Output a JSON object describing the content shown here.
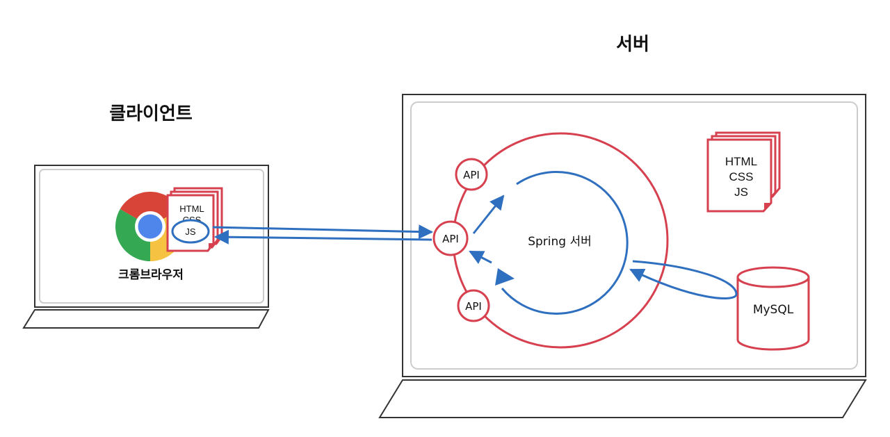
{
  "client": {
    "title": "클라이언트",
    "browser_label": "크롬브라우저",
    "browser_icon": "chrome-icon",
    "files": [
      "HTML",
      "CSS",
      "JS"
    ],
    "highlighted_file": "JS"
  },
  "server": {
    "title": "서버",
    "app_label": "Spring 서버",
    "api_labels": [
      "API",
      "API",
      "API"
    ],
    "static_files": [
      "HTML",
      "CSS",
      "JS"
    ],
    "db_label": "MySQL"
  },
  "colors": {
    "red": "#d6404f",
    "blue": "#2f6fbf",
    "frame": "#333333",
    "screen_border": "#cccccc",
    "chrome_red": "#d84437",
    "chrome_green": "#34a853",
    "chrome_yellow": "#f5c242",
    "chrome_blue": "#4f86ec"
  }
}
